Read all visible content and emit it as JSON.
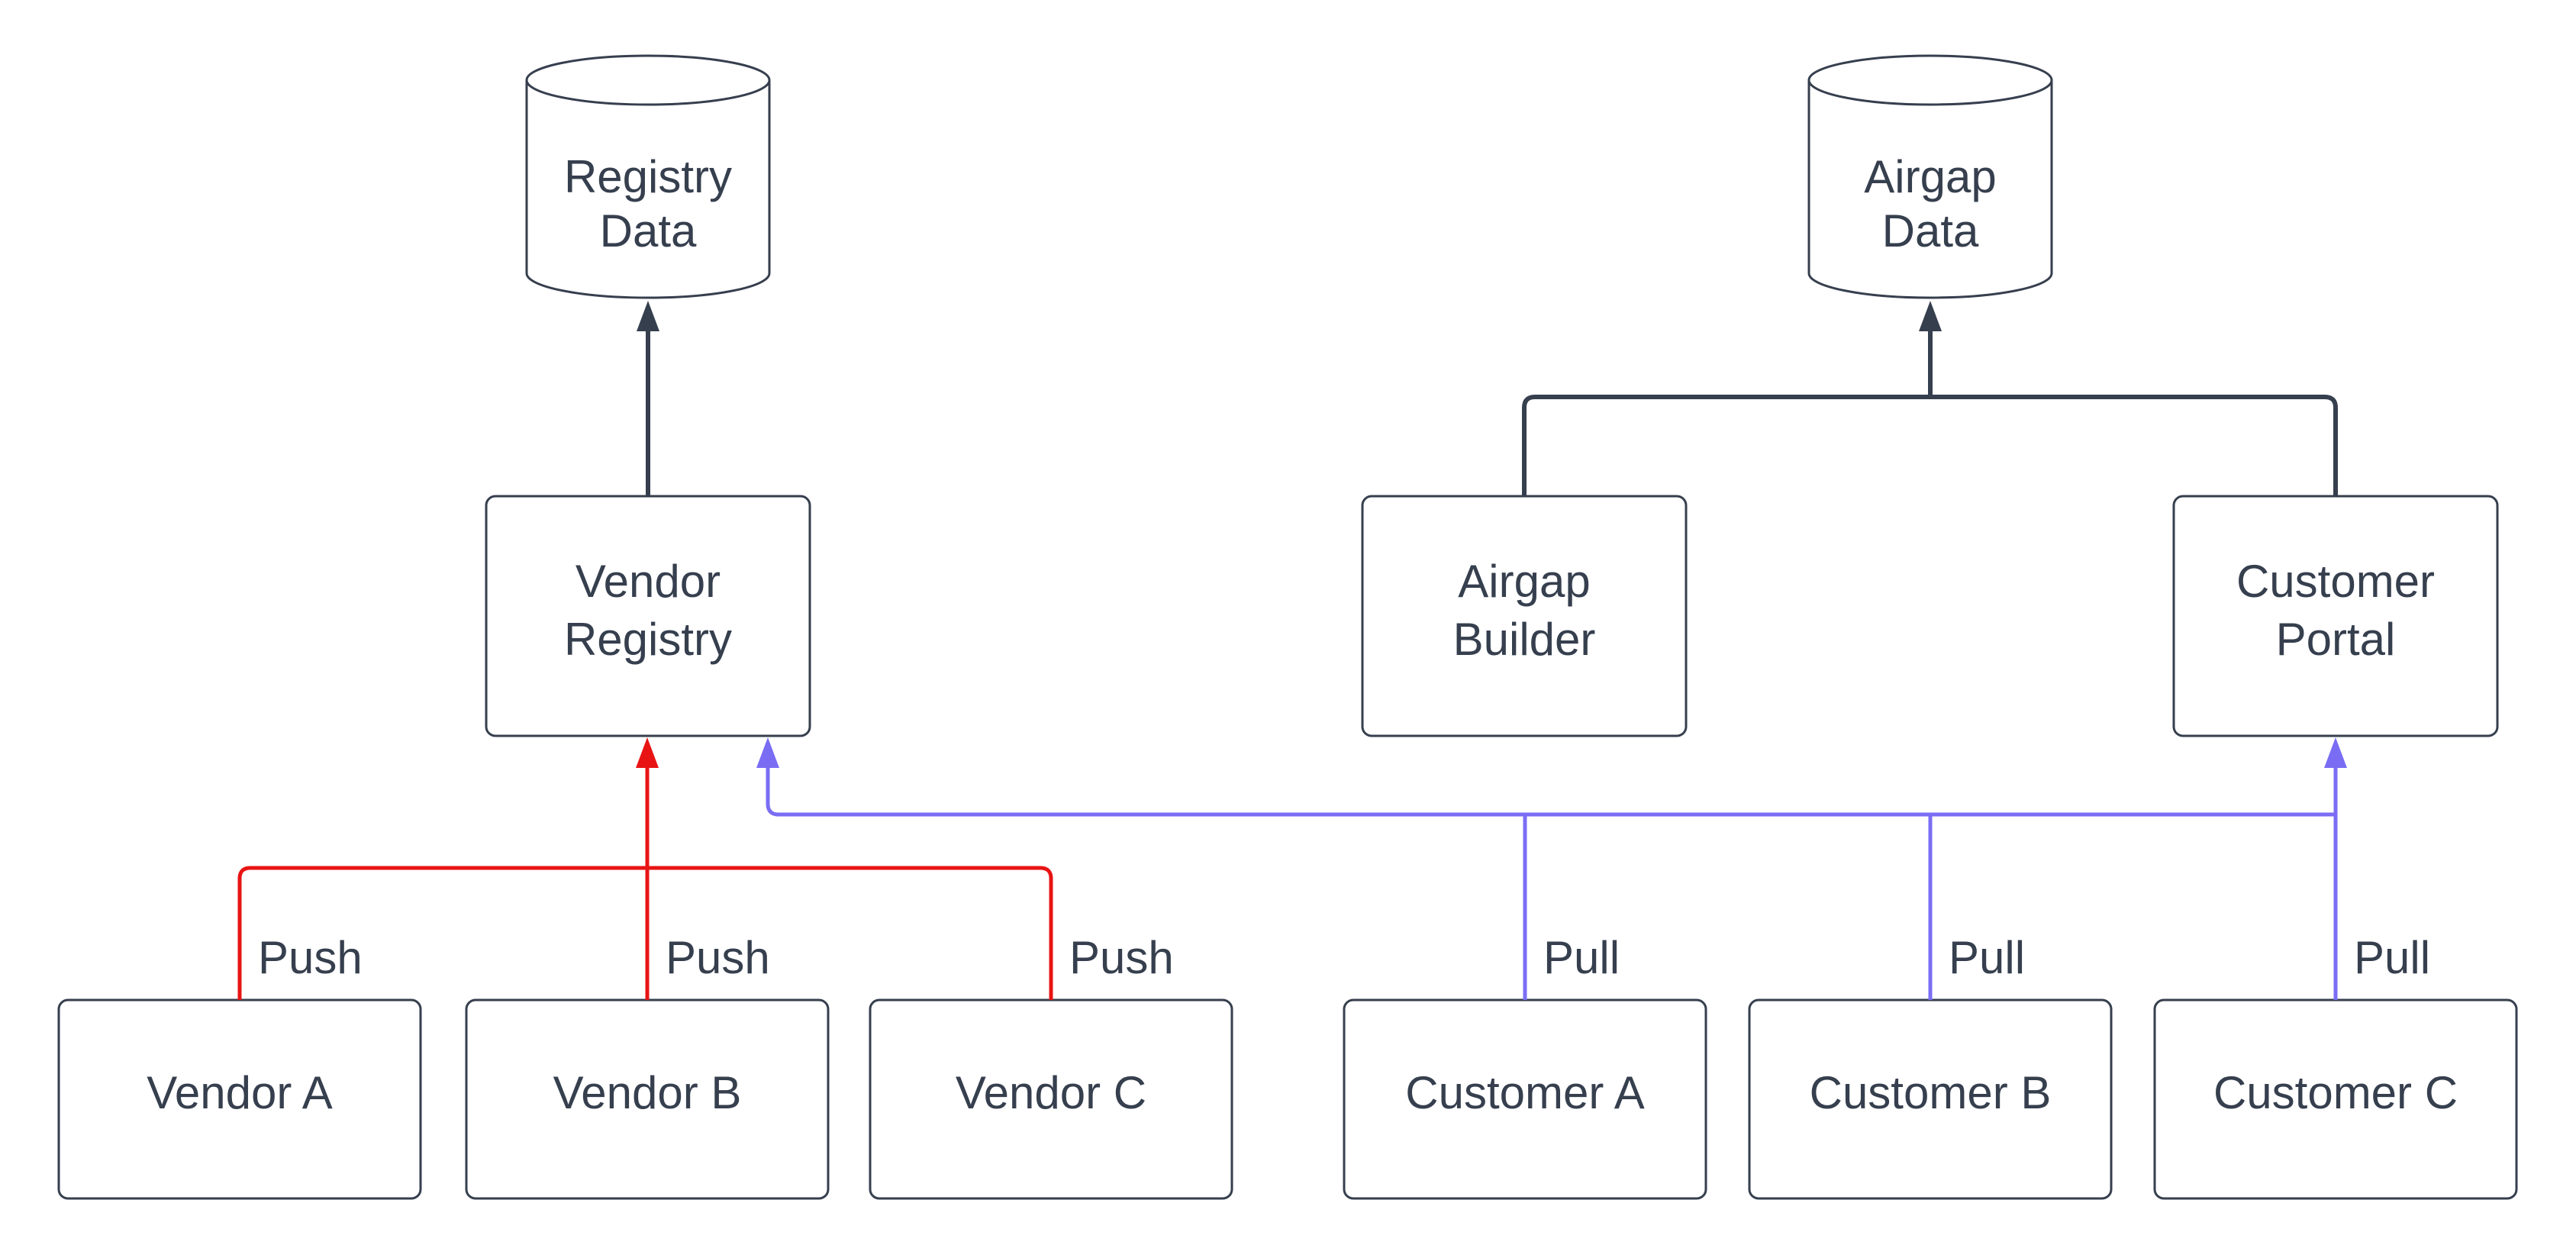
{
  "diagram": {
    "background_color": "#ffffff",
    "colors": {
      "node_stroke": "#363f4e",
      "node_fill": "#ffffff",
      "text": "#363f4e",
      "push_edge": "#e81414",
      "pull_edge": "#7a6df4",
      "data_edge": "#363f4e"
    },
    "datastores": {
      "registry_data": {
        "line1": "Registry",
        "line2": "Data"
      },
      "airgap_data": {
        "line1": "Airgap",
        "line2": "Data"
      }
    },
    "services": {
      "vendor_registry": {
        "line1": "Vendor",
        "line2": "Registry"
      },
      "airgap_builder": {
        "line1": "Airgap",
        "line2": "Builder"
      },
      "customer_portal": {
        "line1": "Customer",
        "line2": "Portal"
      }
    },
    "leaves": {
      "vendor_a": "Vendor A",
      "vendor_b": "Vendor B",
      "vendor_c": "Vendor C",
      "customer_a": "Customer A",
      "customer_b": "Customer B",
      "customer_c": "Customer C"
    },
    "edge_labels": {
      "push": "Push",
      "pull": "Pull"
    }
  }
}
